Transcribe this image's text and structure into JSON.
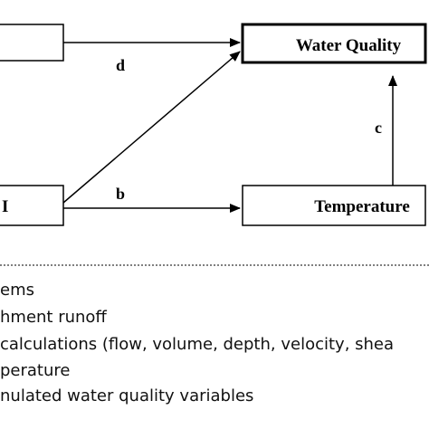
{
  "diagram": {
    "boxes": {
      "top_left_label": "",
      "water_quality_label": "Water Quality",
      "bottom_left_label": "I",
      "temperature_label": "Temperature"
    },
    "arrows": {
      "d": "d",
      "b": "b",
      "c": "c"
    }
  },
  "legend": {
    "items": [
      "ems",
      "hment runoff",
      " calculations (flow, volume, depth, velocity, shea",
      "perature",
      "nulated water quality variables"
    ]
  }
}
